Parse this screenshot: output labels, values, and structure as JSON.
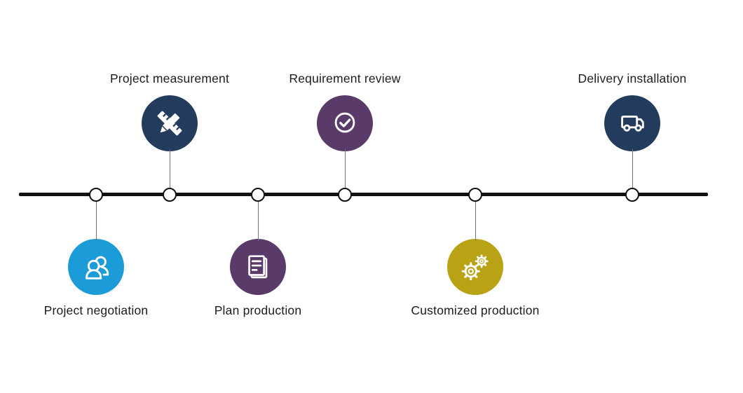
{
  "diagram": {
    "name": "process-timeline",
    "background_color": "#ffffff",
    "axis_color": "#111111",
    "connector_color": "#777777",
    "node_fill_color": "#ffffff",
    "node_border_color": "#111111",
    "label_color": "#1c1c1c",
    "icon_stroke_color": "#ffffff",
    "steps": [
      {
        "label": "Project negotiation",
        "side": "below",
        "icon": "people-icon",
        "color": "#1b9bd7"
      },
      {
        "label": "Project measurement",
        "side": "above",
        "icon": "ruler-pencil-icon",
        "color": "#233b5c"
      },
      {
        "label": "Plan production",
        "side": "below",
        "icon": "document-icon",
        "color": "#5a3a68"
      },
      {
        "label": "Requirement review",
        "side": "above",
        "icon": "check-circle-icon",
        "color": "#5a3a68"
      },
      {
        "label": "Customized production",
        "side": "below",
        "icon": "gears-icon",
        "color": "#b9a214"
      },
      {
        "label": "Delivery installation",
        "side": "above",
        "icon": "truck-icon",
        "color": "#233b5c"
      }
    ]
  }
}
